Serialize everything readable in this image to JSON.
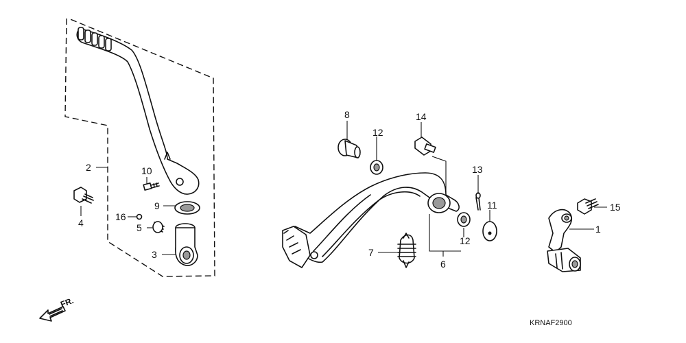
{
  "diagram": {
    "callouts": [
      "1",
      "2",
      "3",
      "4",
      "5",
      "6",
      "7",
      "8",
      "9",
      "10",
      "11",
      "12",
      "12",
      "13",
      "14",
      "15",
      "16"
    ],
    "direction_label": "FR.",
    "figure_code": "KRNAF2900"
  }
}
